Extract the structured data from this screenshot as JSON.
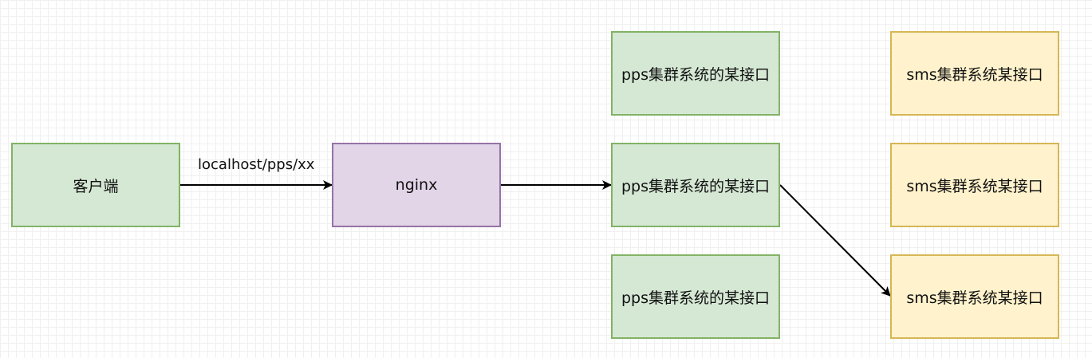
{
  "diagram": {
    "client": {
      "label": "客户端"
    },
    "nginx": {
      "label": "nginx"
    },
    "pps_nodes": [
      {
        "label": "pps集群系统的某接口"
      },
      {
        "label": "pps集群系统的某接口"
      },
      {
        "label": "pps集群系统的某接口"
      }
    ],
    "sms_nodes": [
      {
        "label": "sms集群系统某接口"
      },
      {
        "label": "sms集群系统某接口"
      },
      {
        "label": "sms集群系统某接口"
      }
    ],
    "edges": [
      {
        "from": "client",
        "to": "nginx",
        "label": "localhost/pps/xx"
      },
      {
        "from": "nginx",
        "to": "pps_nodes.1",
        "label": ""
      },
      {
        "from": "pps_nodes.1",
        "to": "sms_nodes.2",
        "label": ""
      }
    ],
    "colors": {
      "client_fill": "#d5e8d4",
      "client_stroke": "#82b366",
      "nginx_fill": "#e1d5e7",
      "nginx_stroke": "#9673a6",
      "pps_fill": "#d5e8d4",
      "pps_stroke": "#82b366",
      "sms_fill": "#fff2cc",
      "sms_stroke": "#d6b656",
      "edge": "#000000"
    }
  }
}
